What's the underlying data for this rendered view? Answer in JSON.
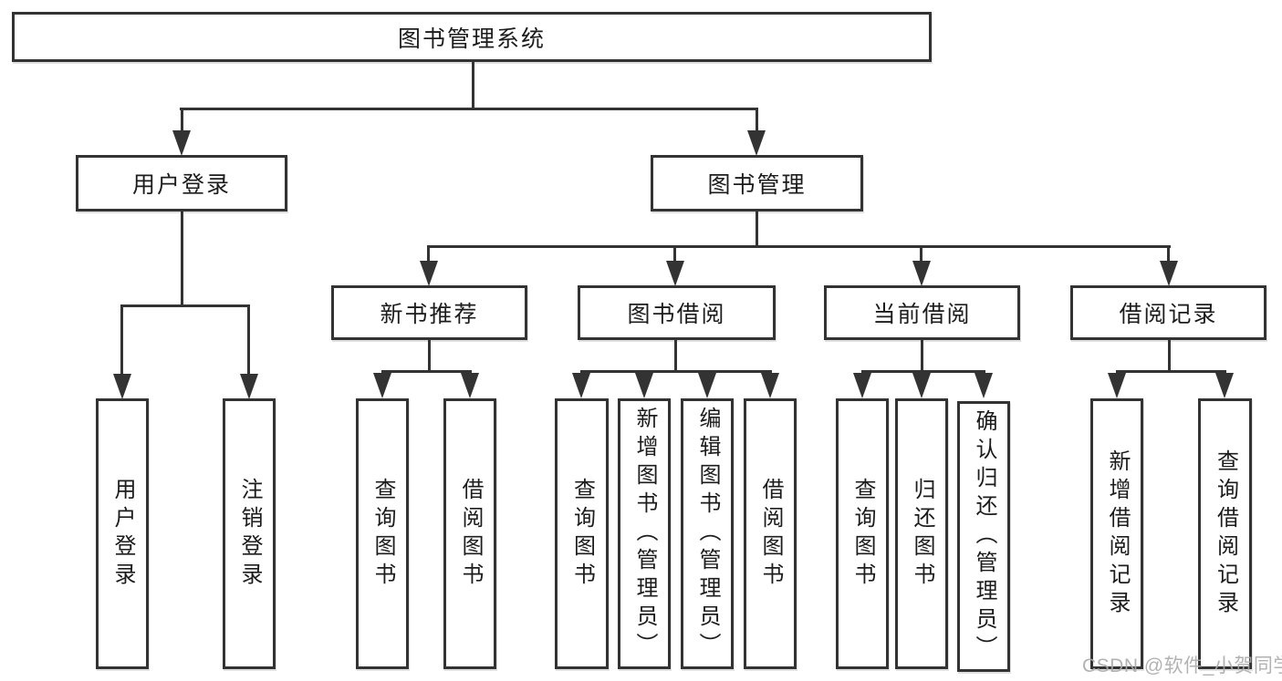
{
  "diagram": {
    "root": {
      "label": "图书管理系统"
    },
    "branches": [
      {
        "label": "用户登录",
        "children": [
          {
            "label": "用户登录"
          },
          {
            "label": "注销登录"
          }
        ]
      },
      {
        "label": "图书管理",
        "children": [
          {
            "label": "新书推荐",
            "children": [
              {
                "label": "查询图书"
              },
              {
                "label": "借阅图书"
              }
            ]
          },
          {
            "label": "图书借阅",
            "children": [
              {
                "label": "查询图书"
              },
              {
                "label": "新增图书（管理员）"
              },
              {
                "label": "编辑图书（管理员）"
              },
              {
                "label": "借阅图书"
              }
            ]
          },
          {
            "label": "当前借阅",
            "children": [
              {
                "label": "查询图书"
              },
              {
                "label": "归还图书"
              },
              {
                "label": "确认归还（管理员）"
              }
            ]
          },
          {
            "label": "借阅记录",
            "children": [
              {
                "label": "新增借阅记录"
              },
              {
                "label": "查询借阅记录"
              }
            ]
          }
        ]
      }
    ]
  },
  "watermark": {
    "text": "CSDN @软件_小贺同学"
  },
  "colors": {
    "line": "#333333",
    "text": "#1c1c1c",
    "background": "#ffffff",
    "watermark": "#aaaaaa"
  }
}
